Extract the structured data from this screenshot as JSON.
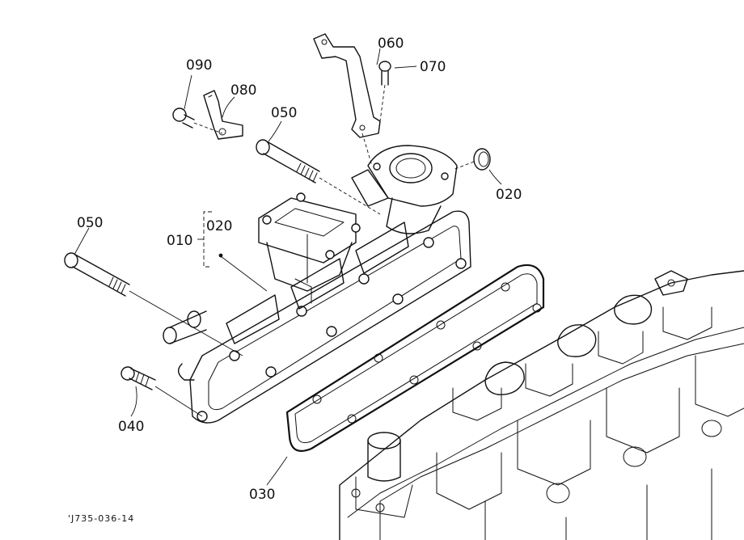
{
  "callouts": {
    "p010": "010",
    "p020_bracket": "020",
    "p020_ring": "020",
    "p030": "030",
    "p040": "040",
    "p050_top": "050",
    "p050_left": "050",
    "p060": "060",
    "p070": "070",
    "p080": "080",
    "p090": "090"
  },
  "figure_code": "'J735-036-14"
}
